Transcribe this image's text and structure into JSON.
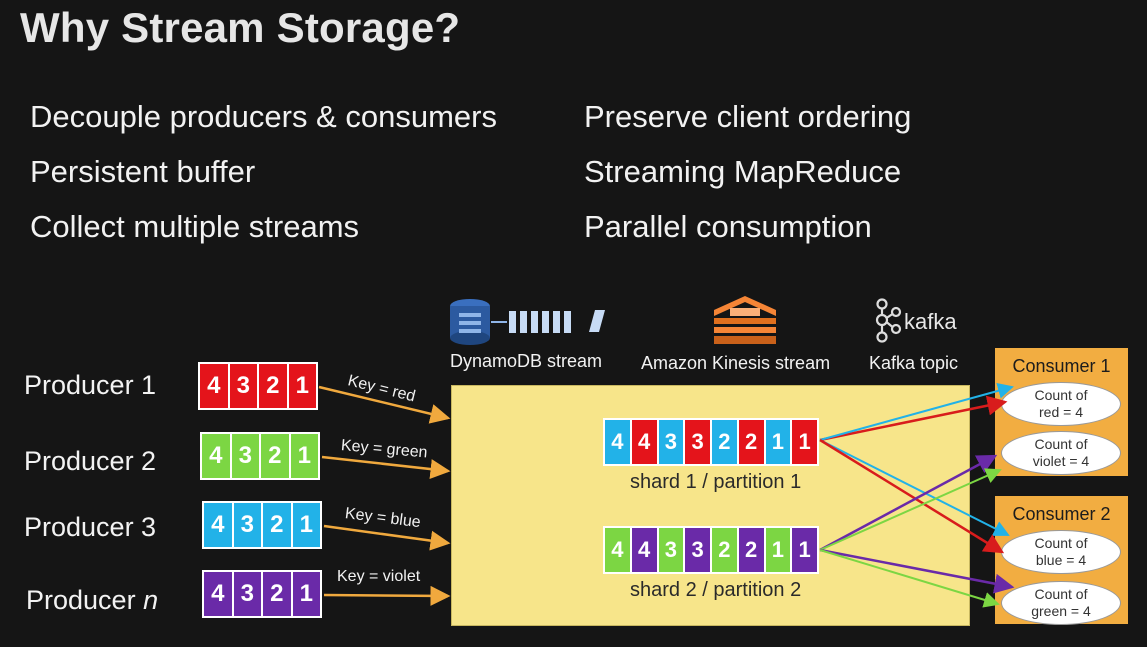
{
  "title": "Why Stream Storage?",
  "bullets_left": [
    "Decouple producers & consumers",
    "Persistent buffer",
    "Collect multiple streams"
  ],
  "bullets_right": [
    "Preserve client ordering",
    "Streaming MapReduce",
    "Parallel consumption"
  ],
  "colors": {
    "red": "#e4141b",
    "green": "#7cd643",
    "blue": "#22b2e8",
    "violet": "#6a2aa8",
    "arrow": "#f0a93e",
    "stream_bg": "#f7e58a",
    "consumer_bg": "#f2ad41"
  },
  "producers": [
    {
      "label": "Producer 1",
      "key": "Key = red",
      "values": [
        "4",
        "3",
        "2",
        "1"
      ]
    },
    {
      "label": "Producer 2",
      "key": "Key = green",
      "values": [
        "4",
        "3",
        "2",
        "1"
      ]
    },
    {
      "label": "Producer 3",
      "key": "Key = blue",
      "values": [
        "4",
        "3",
        "2",
        "1"
      ]
    },
    {
      "label_prefix": "Producer ",
      "label_var": "n",
      "key": "Key = violet",
      "values": [
        "4",
        "3",
        "2",
        "1"
      ]
    }
  ],
  "services": [
    {
      "icon": "dynamodb-stream-icon",
      "label": "DynamoDB stream"
    },
    {
      "icon": "amazon-kinesis-icon",
      "label": "Amazon Kinesis stream"
    },
    {
      "icon": "kafka-icon",
      "logo_text": "kafka",
      "label": "Kafka topic"
    }
  ],
  "shards": [
    {
      "label": "shard 1 / partition 1",
      "values": [
        "4",
        "4",
        "3",
        "3",
        "2",
        "2",
        "1",
        "1"
      ]
    },
    {
      "label": "shard 2 / partition 2",
      "values": [
        "4",
        "4",
        "3",
        "3",
        "2",
        "2",
        "1",
        "1"
      ]
    }
  ],
  "consumers": [
    {
      "title": "Consumer 1",
      "counts": [
        {
          "l1": "Count of",
          "l2": "red = 4"
        },
        {
          "l1": "Count of",
          "l2": "violet = 4"
        }
      ]
    },
    {
      "title": "Consumer 2",
      "counts": [
        {
          "l1": "Count of",
          "l2": "blue = 4"
        },
        {
          "l1": "Count of",
          "l2": "green = 4"
        }
      ]
    }
  ]
}
